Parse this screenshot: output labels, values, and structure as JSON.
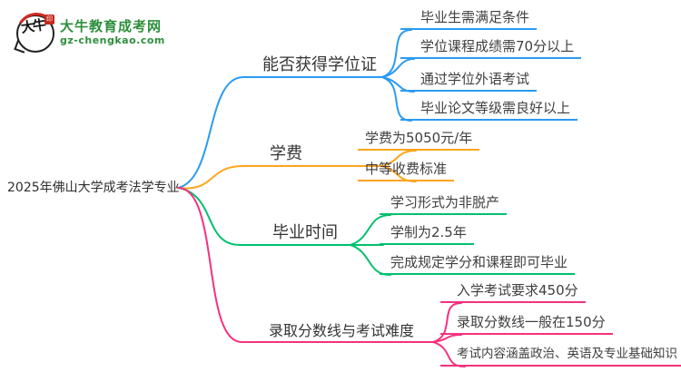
{
  "logo": {
    "icon_text": "大牛",
    "seal_text": "印",
    "title": "大牛教育成考网",
    "url": "gz-chengkao.com",
    "green": "#2e8f3c"
  },
  "root": {
    "label": "2025年佛山大学成考法学专业"
  },
  "branches": [
    {
      "id": "degree",
      "label": "能否获得学位证",
      "color": "#2b9bf2",
      "children": [
        "毕业生需满足条件",
        "学位课程成绩需70分以上",
        "通过学位外语考试",
        "毕业论文等级需良好以上"
      ]
    },
    {
      "id": "tuition",
      "label": "学费",
      "color": "#ffa41c",
      "children": [
        "学费为5050元/年",
        "中等收费标准"
      ]
    },
    {
      "id": "graduation-time",
      "label": "毕业时间",
      "color": "#00c06e",
      "children": [
        "学习形式为非脱产",
        "学制为2.5年",
        "完成规定学分和课程即可毕业"
      ]
    },
    {
      "id": "admission",
      "label": "录取分数线与考试难度",
      "color": "#f5317f",
      "children": [
        "入学考试要求450分",
        "录取分数线一般在150分",
        "考试内容涵盖政治、英语及专业基础知识"
      ]
    }
  ]
}
